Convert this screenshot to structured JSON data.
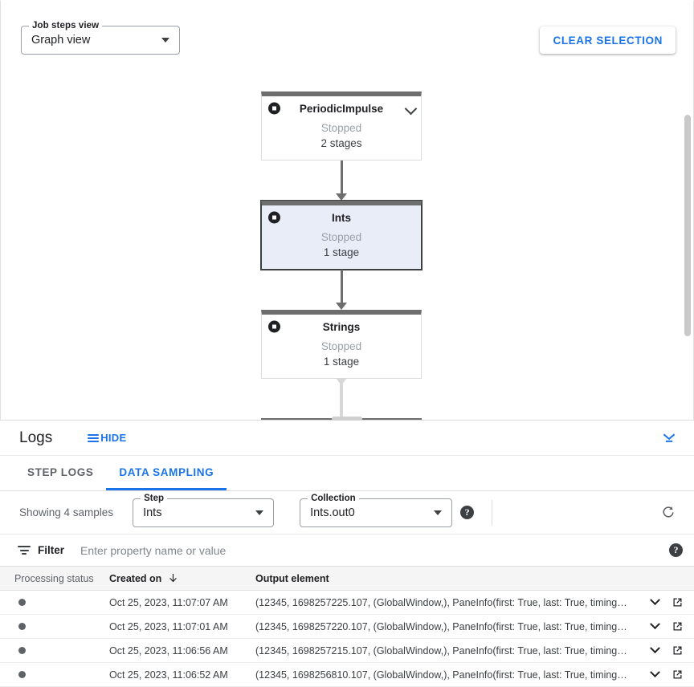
{
  "toolbar": {
    "view_select": {
      "label": "Job steps view",
      "value": "Graph view"
    },
    "clear_selection_label": "CLEAR SELECTION"
  },
  "graph": {
    "nodes": [
      {
        "title": "PeriodicImpulse",
        "status": "Stopped",
        "stages": "2 stages",
        "selected": false,
        "has_chevron": true
      },
      {
        "title": "Ints",
        "status": "Stopped",
        "stages": "1 stage",
        "selected": true,
        "has_chevron": false
      },
      {
        "title": "Strings",
        "status": "Stopped",
        "stages": "1 stage",
        "selected": false,
        "has_chevron": false
      }
    ]
  },
  "logs": {
    "title": "Logs",
    "hide_label": "HIDE",
    "tabs": [
      {
        "label": "STEP LOGS",
        "active": false
      },
      {
        "label": "DATA SAMPLING",
        "active": true
      }
    ]
  },
  "sampling": {
    "showing_text": "Showing 4 samples",
    "step_field": {
      "label": "Step",
      "value": "Ints"
    },
    "collection_field": {
      "label": "Collection",
      "value": "Ints.out0"
    },
    "help_glyph": "?",
    "refresh_icon": "refresh-icon"
  },
  "filter": {
    "label": "Filter",
    "placeholder": "Enter property name or value",
    "value": "",
    "help_glyph": "?"
  },
  "table": {
    "columns": [
      {
        "key": "status",
        "label": "Processing status",
        "sorted": false
      },
      {
        "key": "created",
        "label": "Created on",
        "sorted": true,
        "sort_dir": "desc"
      },
      {
        "key": "output",
        "label": "Output element",
        "sorted": false
      }
    ],
    "rows": [
      {
        "status": "processing-dot",
        "created": "Oct 25, 2023, 11:07:07 AM",
        "output": "(12345, 1698257225.107, (GlobalWindow,), PaneInfo(first: True, last: True, timing…"
      },
      {
        "status": "processing-dot",
        "created": "Oct 25, 2023, 11:07:01 AM",
        "output": "(12345, 1698257220.107, (GlobalWindow,), PaneInfo(first: True, last: True, timing…"
      },
      {
        "status": "processing-dot",
        "created": "Oct 25, 2023, 11:06:56 AM",
        "output": "(12345, 1698257215.107, (GlobalWindow,), PaneInfo(first: True, last: True, timing…"
      },
      {
        "status": "processing-dot",
        "created": "Oct 25, 2023, 11:06:52 AM",
        "output": "(12345, 1698256810.107, (GlobalWindow,), PaneInfo(first: True, last: True, timing…"
      }
    ]
  },
  "colors": {
    "accent_blue": "#1a73e8",
    "node_header_gray": "#6e6e6e",
    "selected_node_fill": "#e8edf8",
    "status_dot": "#5f6368"
  }
}
